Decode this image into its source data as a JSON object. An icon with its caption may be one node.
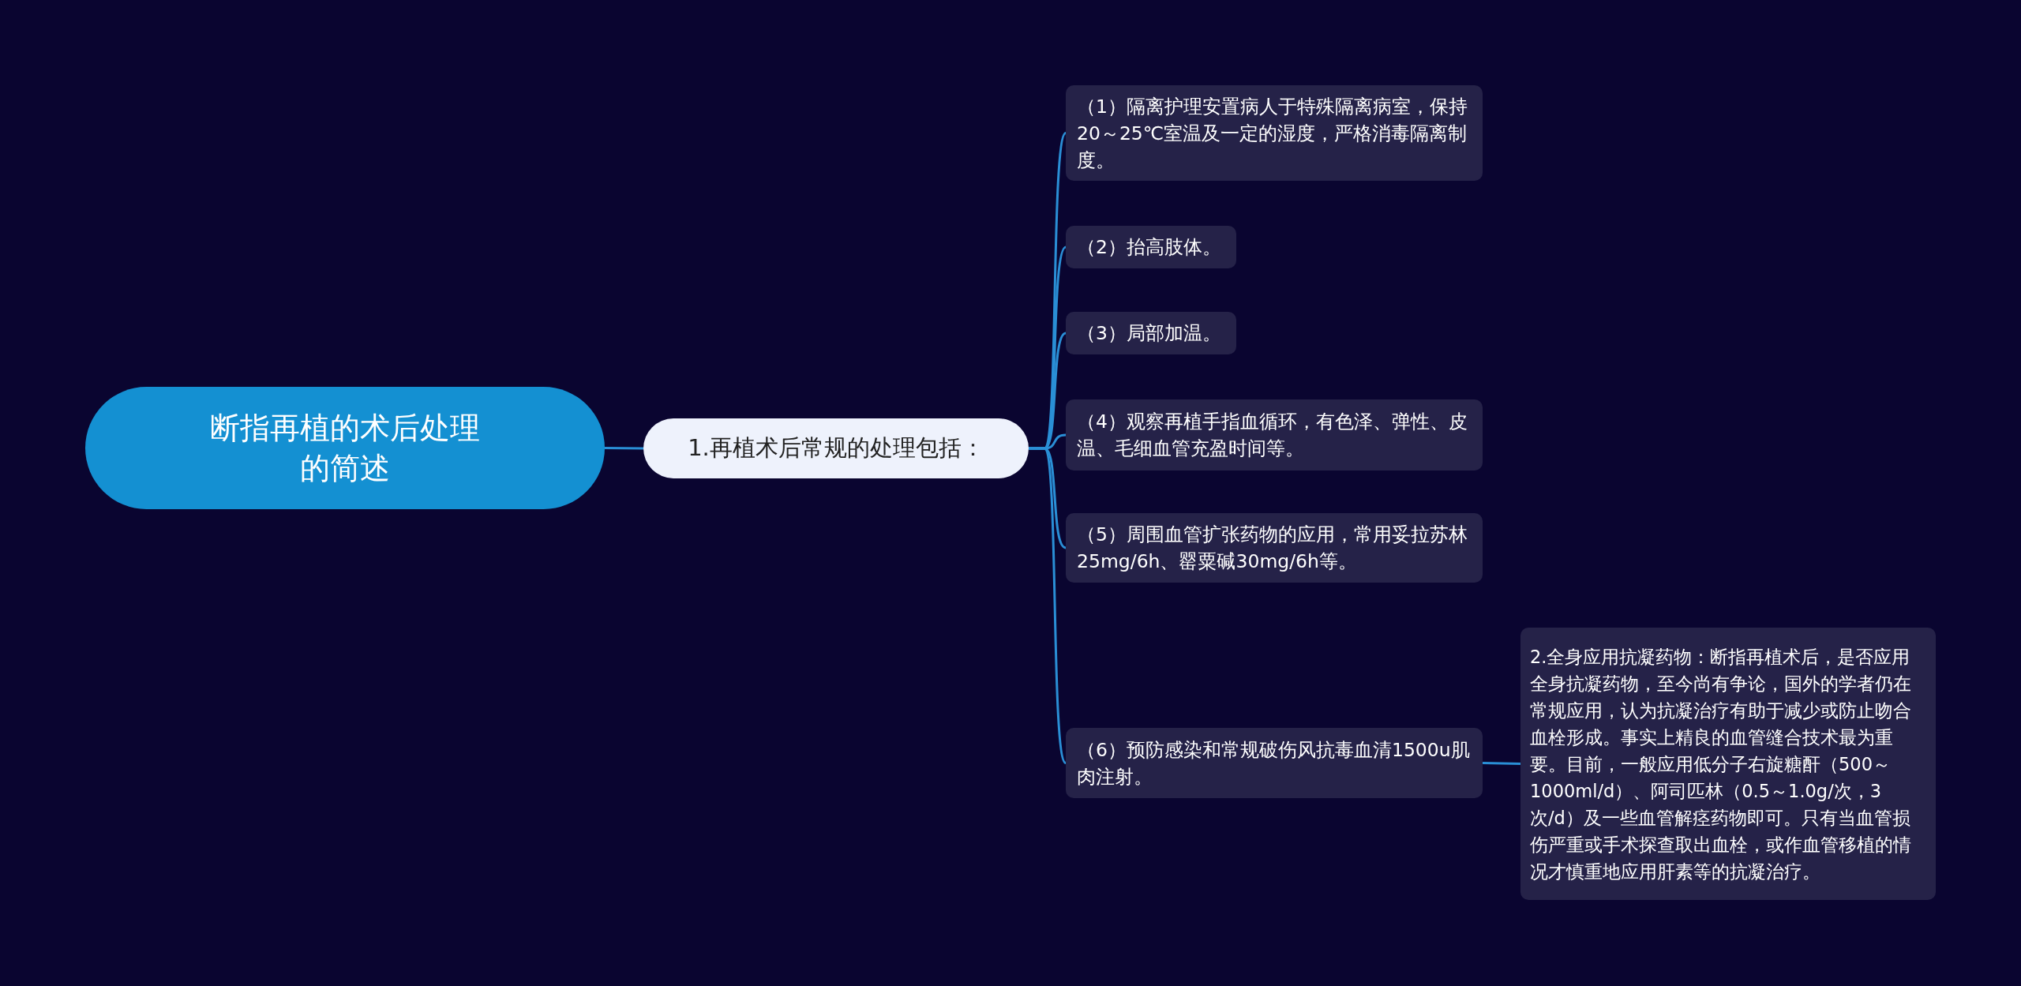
{
  "diagram": {
    "nodes": [
      {
        "text": [
          "断指再植的术后处理的简述"
        ]
      },
      {
        "text": [
          "1.再植术后常规的处理包括："
        ]
      },
      {
        "text": [
          "（1）隔离护理安置病人于特殊隔离病室，保持20～25℃室温及一定的湿度，严格消毒隔离制度。"
        ]
      },
      {
        "text": [
          "（2）抬高肢体。"
        ]
      },
      {
        "text": [
          "（3）局部加温。"
        ]
      },
      {
        "text": [
          "（4）观察再植手指血循环，有色泽、弹性、皮温、毛细血管充盈时间等。"
        ]
      },
      {
        "text": [
          "（5）周围血管扩张药物的应用，常用妥拉苏林25mg/6h、罂粟碱30mg/6h等。"
        ]
      },
      {
        "text": [
          "（6）预防感染和常规破伤风抗毒血清1500u肌肉注射。"
        ]
      },
      {
        "text": [
          "2.全身应用抗凝药物：断指再植术后，是否应用全身抗凝药物，至今尚有争论，国外的学者仍在常规应用，认为抗凝治疗有助于减少或防止吻合血栓形成。事实上精良的血管缝合技术最为重要。目前，一般应用低分子右旋糖酐（500～1000ml/d）、阿司匹林（0.5～1.0g/次，3次/d）及一些血管解痉药物即可。只有当血管损伤严重或手术探查取出血栓，或作血管移植的情况才慎重地应用肝素等的抗凝治疗。"
        ]
      }
    ],
    "edges": [
      {
        "from": 0,
        "to": 1,
        "arrow": "none"
      },
      {
        "from": 1,
        "to": 2,
        "arrow": "none"
      },
      {
        "from": 1,
        "to": 3,
        "arrow": "none"
      },
      {
        "from": 1,
        "to": 4,
        "arrow": "none"
      },
      {
        "from": 1,
        "to": 5,
        "arrow": "none"
      },
      {
        "from": 1,
        "to": 6,
        "arrow": "none"
      },
      {
        "from": 1,
        "to": 7,
        "arrow": "none"
      },
      {
        "from": 7,
        "to": 8,
        "arrow": "none"
      }
    ]
  }
}
